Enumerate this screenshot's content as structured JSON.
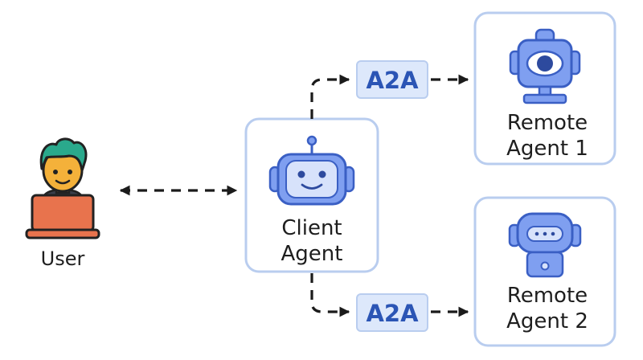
{
  "user": {
    "label": "User"
  },
  "client_agent": {
    "label_line1": "Client",
    "label_line2": "Agent"
  },
  "remote_agent_1": {
    "label_line1": "Remote",
    "label_line2": "Agent 1"
  },
  "remote_agent_2": {
    "label_line1": "Remote",
    "label_line2": "Agent 2"
  },
  "protocol_badges": {
    "top": "A2A",
    "bottom": "A2A"
  },
  "colors": {
    "box_border": "#b9cdef",
    "badge_fill": "#dde8fb",
    "badge_text": "#2b55b5",
    "robot_fill": "#7f9ff0",
    "robot_stroke": "#3a5fc4",
    "robot_face": "#d7e2fb",
    "user_skin": "#f4b13a",
    "user_hair": "#2aa98c",
    "laptop": "#e8734d"
  },
  "icons": {
    "user": "user-at-laptop-icon",
    "client_agent": "robot-head-icon",
    "remote_agent_1": "camera-robot-icon",
    "remote_agent_2": "robot-bot-icon"
  }
}
